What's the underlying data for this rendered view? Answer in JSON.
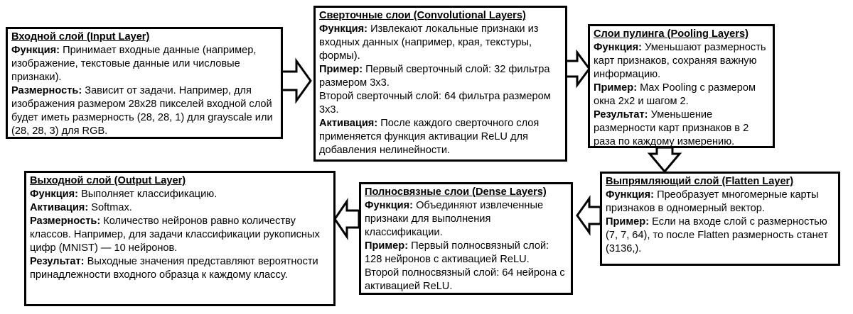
{
  "boxes": {
    "input": {
      "title": "Входной слой (Input Layer)",
      "function_label": "Функция:",
      "function_text": "Принимает входные данные (например, изображение, текстовые данные или числовые признаки).",
      "dimension_label": "Размерность:",
      "dimension_text": "Зависит от задачи. Например, для изображения размером 28x28 пикселей входной слой будет иметь размерность (28, 28, 1) для grayscale или (28, 28, 3) для RGB."
    },
    "conv": {
      "title": "Сверточные слои (Convolutional Layers)",
      "function_label": "Функция:",
      "function_text": "Извлекают локальные признаки из входных данных (например, края, текстуры, формы).",
      "example_label": "Пример:",
      "example_text": "Первый сверточный слой: 32 фильтра размером 3x3.",
      "example_text2": "Второй сверточный слой: 64 фильтра размером 3x3.",
      "activation_label": "Активация:",
      "activation_text": "После каждого сверточного слоя применяется функция активации ReLU для добавления нелинейности."
    },
    "pooling": {
      "title": "Слои пулинга (Pooling Layers)",
      "function_label": "Функция:",
      "function_text": "Уменьшают размерность карт признаков, сохраняя важную информацию.",
      "example_label": "Пример:",
      "example_text": "Max Pooling с размером окна 2x2 и шагом 2.",
      "result_label": "Результат:",
      "result_text": "Уменьшение размерности карт признаков в 2 раза по каждому измерению."
    },
    "flatten": {
      "title": "Выпрямляющий слой (Flatten Layer)",
      "function_label": "Функция:",
      "function_text": "Преобразует многомерные карты признаков в одномерный вектор.",
      "example_label": "Пример:",
      "example_text": "Если на входе слой с размерностью (7, 7, 64), то после Flatten размерность станет (3136,)."
    },
    "dense": {
      "title": "Полносвязные слои (Dense Layers)",
      "function_label": "Функция:",
      "function_text": "Объединяют извлеченные признаки для выполнения классификации.",
      "example_label": "Пример:",
      "example_text": "Первый полносвязный слой: 128 нейронов с активацией ReLU.",
      "example_text2": "Второй полносвязный слой: 64 нейрона с активацией ReLU."
    },
    "output": {
      "title": "Выходной слой (Output Layer)",
      "function_label": "Функция:",
      "function_text": "Выполняет классификацию.",
      "activation_label": "Активация:",
      "activation_text": "Softmax.",
      "dimension_label": "Размерность:",
      "dimension_text": "Количество нейронов равно количеству классов. Например, для задачи классификации рукописных цифр (MNIST) — 10 нейронов.",
      "result_label": "Результат:",
      "result_text": "Выходные значения представляют вероятности принадлежности входного образца к каждому классу."
    }
  },
  "colors": {
    "border": "#000000",
    "arrow_fill": "#ffffff",
    "background": "#ffffff"
  }
}
